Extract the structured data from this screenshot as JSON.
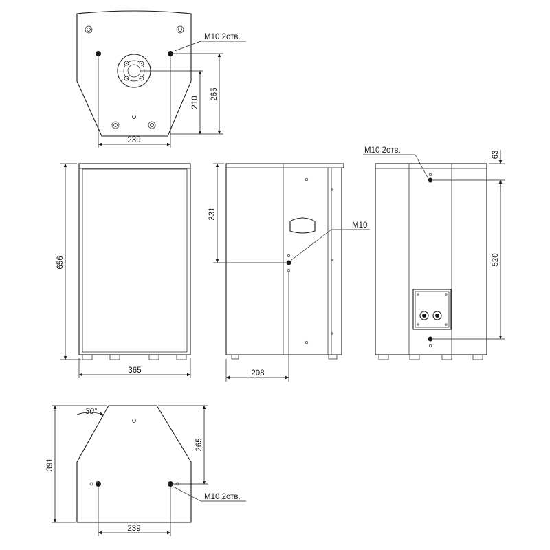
{
  "top_view": {
    "width_label": "239",
    "height_label_inner": "210",
    "height_label_outer": "265",
    "callout": "M10 2отв."
  },
  "front_view": {
    "height_label": "656",
    "width_label": "365"
  },
  "side_view": {
    "height_label": "331",
    "depth_label": "208",
    "callout": "M10"
  },
  "rear_view": {
    "top_offset_label": "63",
    "height_label": "520",
    "callout": "M10 2отв."
  },
  "bottom_view": {
    "height_label": "391",
    "inner_height_label": "265",
    "width_label": "239",
    "angle_label": "30°",
    "callout": "M10 2отв."
  }
}
